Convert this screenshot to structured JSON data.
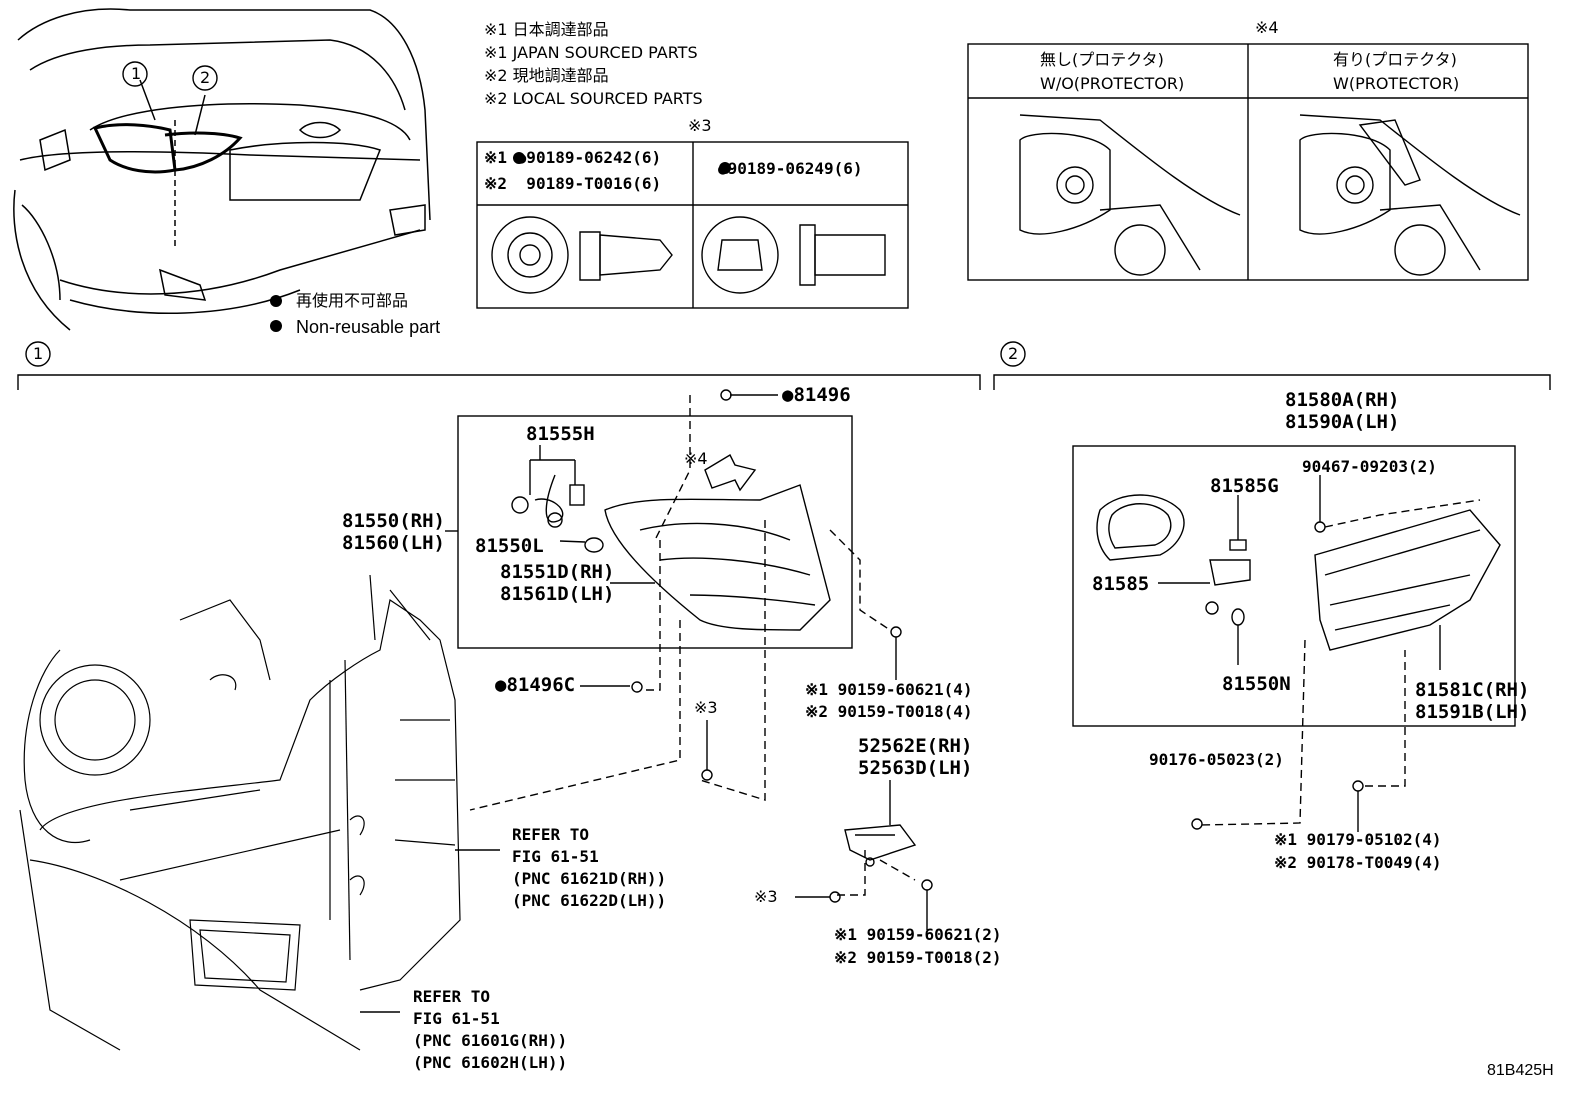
{
  "notes": {
    "n1_jp": "※1 日本調達部品",
    "n1_en": "※1 JAPAN SOURCED PARTS",
    "n2_jp": "※2 現地調達部品",
    "n2_en": "※2 LOCAL SOURCED PARTS"
  },
  "legend": {
    "jp": "再使用不可部品",
    "en": "Non-reusable part"
  },
  "clip_table": {
    "ref": "※3",
    "cell1_line1": "※1 ●90189-06242(6)",
    "cell1_line2": "※2  90189-T0016(6)",
    "cell2_line1": "●90189-06249(6)"
  },
  "protector": {
    "ref": "※4",
    "wo_jp": "無し(プロテクタ)",
    "wo_en": "W/O(PROTECTOR)",
    "w_jp": "有り(プロテクタ)",
    "w_en": "W(PROTECTOR)"
  },
  "callouts": {
    "c1": "1",
    "c2": "2"
  },
  "section1": {
    "p81496": "●81496",
    "p81555H": "81555H",
    "ref4": "※4",
    "p81550_rh": "81550(RH)",
    "p81560_lh": "81560(LH)",
    "p81550L": "81550L",
    "p81551D": "81551D(RH)",
    "p81561D": "81561D(LH)",
    "p81496C": "●81496C",
    "ref3a": "※3",
    "s1_90159_60621_4": "※1 90159-60621(4)",
    "s2_90159_T0018_4": "※2 90159-T0018(4)",
    "p52562E": "52562E(RH)",
    "p52563D": "52563D(LH)",
    "ref3b": "※3",
    "s1_90159_60621_2": "※1 90159-60621(2)",
    "s2_90159_T0018_2": "※2 90159-T0018(2)",
    "refer1": "REFER TO",
    "refer1_fig": "FIG 61-51",
    "refer1_pnc1": "(PNC 61621D(RH))",
    "refer1_pnc2": "(PNC 61622D(LH))",
    "refer2": "REFER TO",
    "refer2_fig": "FIG 61-51",
    "refer2_pnc1": "(PNC 61601G(RH))",
    "refer2_pnc2": "(PNC 61602H(LH))"
  },
  "section2": {
    "p81580A": "81580A(RH)",
    "p81590A": "81590A(LH)",
    "p90467": "90467-09203(2)",
    "p81585G": "81585G",
    "p81585": "81585",
    "p81550N": "81550N",
    "p81581C": "81581C(RH)",
    "p81591B": "81591B(LH)",
    "p90176": "90176-05023(2)",
    "s1_90179": "※1 90179-05102(4)",
    "s2_90178": "※2 90178-T0049(4)"
  },
  "figure_id": "81B425H"
}
